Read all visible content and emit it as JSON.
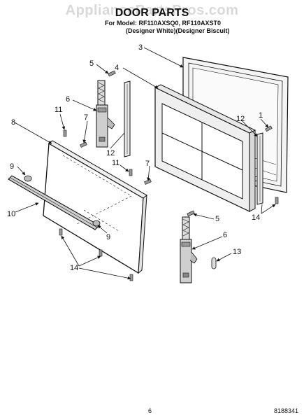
{
  "watermark": "AppliancePartsPros.com",
  "title": "DOOR PARTS",
  "subtitle_line1": "For Model: RF110AXSQ0, RF110AXST0",
  "subtitle_line2": "(Designer White)(Designer Biscuit)",
  "callouts": {
    "c1": "1",
    "c3": "3",
    "c4": "4",
    "c5a": "5",
    "c5b": "5",
    "c6a": "6",
    "c6b": "6",
    "c7a": "7",
    "c7b": "7",
    "c8": "8",
    "c9a": "9",
    "c9b": "9",
    "c10": "10",
    "c11a": "11",
    "c11b": "11",
    "c12a": "12",
    "c12b": "12",
    "c13": "13",
    "c14a": "14",
    "c14b": "14"
  },
  "footer": {
    "page": "6",
    "doc": "8188341"
  }
}
